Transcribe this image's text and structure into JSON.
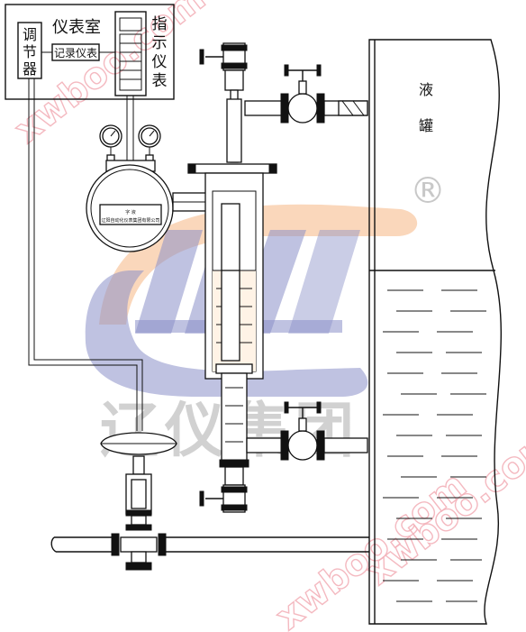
{
  "labels": {
    "control_room": "仪表室",
    "regulator": [
      "调",
      "节",
      "器"
    ],
    "recorder": "记录仪表",
    "indicator": [
      "指",
      "示",
      "仪",
      "表"
    ],
    "tank": [
      "液",
      "罐"
    ],
    "nameplate_line1": "字 液",
    "nameplate_line2": "辽阳自动化仪表集团有限公司"
  },
  "watermarks": {
    "brand_text": "辽仪集团",
    "url_top": "xwboo.com",
    "url_right": "xwboo.com",
    "url_bottom": "xwboo.com",
    "registered": "®"
  },
  "colors": {
    "line": "#111111",
    "watermark_blue": "#8a90c8",
    "watermark_orange": "#f6b784",
    "watermark_pink": "#f3b2ba",
    "watermark_gray": "#a5a5a5",
    "liquid_fill": "#fff3e6"
  }
}
